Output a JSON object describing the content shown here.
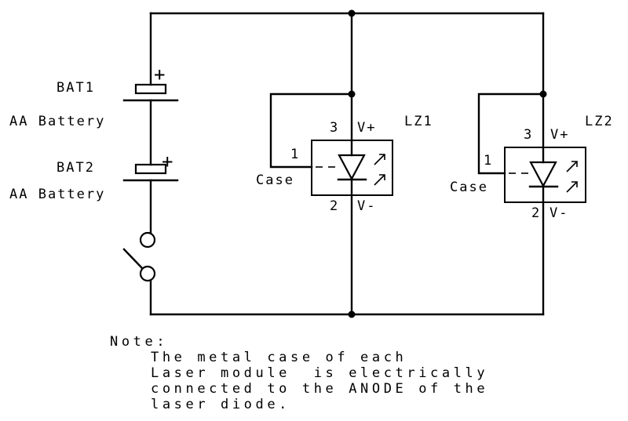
{
  "bat1": {
    "ref": "BAT1",
    "value": "AA Battery",
    "plus": "+"
  },
  "bat2": {
    "ref": "BAT2",
    "value": "AA Battery",
    "plus": "+"
  },
  "lz1": {
    "ref": "LZ1",
    "pin_vplus_num": "3",
    "pin_vplus": "V+",
    "pin_vminus_num": "2",
    "pin_vminus": "V-",
    "pin_case_num": "1",
    "pin_case": "Case"
  },
  "lz2": {
    "ref": "LZ2",
    "pin_vplus_num": "3",
    "pin_vplus": "V+",
    "pin_vminus_num": "2",
    "pin_vminus": "V-",
    "pin_case_num": "1",
    "pin_case": "Case"
  },
  "note": {
    "heading": "Note:",
    "lines": [
      "The metal case of each",
      "Laser module  is electrically",
      "connected to the ANODE of the",
      "laser diode."
    ]
  }
}
